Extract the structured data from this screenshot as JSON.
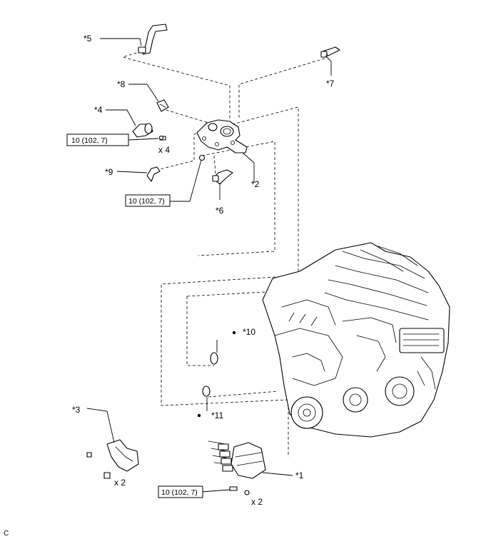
{
  "callouts": {
    "p1": "*1",
    "p2": "*2",
    "p3": "*3",
    "p4": "*4",
    "p5": "*5",
    "p6": "*6",
    "p7": "*7",
    "p8": "*8",
    "p9": "*9",
    "p10": "*10",
    "p11": "*11"
  },
  "torque": {
    "t1": "10 (102, 7)",
    "t2": "10 (102, 7)",
    "t3": "10 (102, 7)"
  },
  "quantity": {
    "q1": "x 4",
    "q2": "x 2",
    "q3": "x 2"
  },
  "figure_code": "C"
}
